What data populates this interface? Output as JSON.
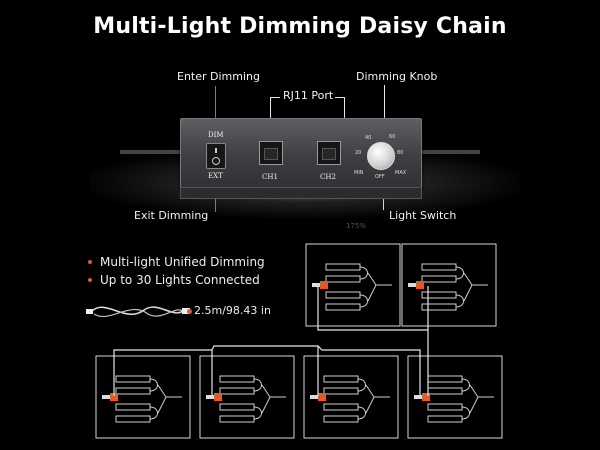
{
  "title": "Multi-Light Dimming Daisy Chain",
  "callouts": {
    "enter_dimming": "Enter Dimming",
    "rj11_port": "RJ11 Port",
    "dimming_knob": "Dimming Knob",
    "exit_dimming": "Exit Dimming",
    "light_switch": "Light Switch"
  },
  "device": {
    "dim_label": "DIM",
    "ext_label": "EXT",
    "switch_on": "I",
    "switch_off": "O",
    "ch1": "CH1",
    "ch2": "CH2",
    "knob_scale": [
      "20",
      "40",
      "60",
      "80"
    ],
    "knob_min": "MIN",
    "knob_off": "OFF",
    "knob_max": "MAX"
  },
  "watermark": "175%",
  "features": [
    "Multi-light Unified Dimming",
    "Up to 30 Lights Connected"
  ],
  "cable_length": "2.5m/98.43 in",
  "colors": {
    "accent": "#e05a2b",
    "background": "#000000",
    "text": "#ffffff"
  },
  "icons": [
    "rj11-cable-icon",
    "grow-light-panel-icon"
  ]
}
